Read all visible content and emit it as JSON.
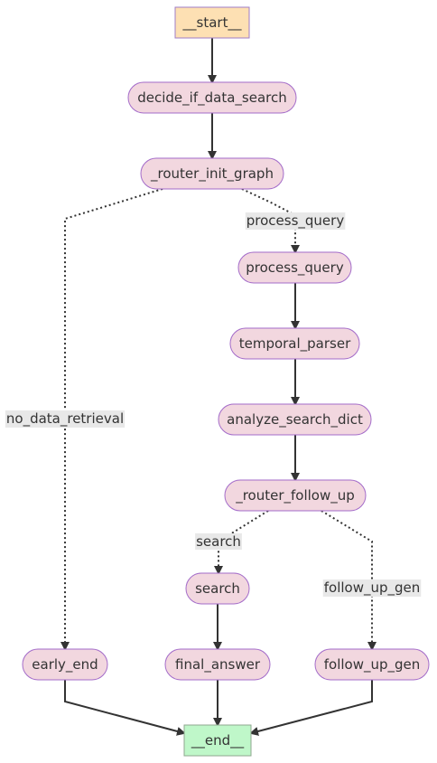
{
  "diagram": {
    "nodes": [
      {
        "id": "start",
        "label": "__start__",
        "kind": "start"
      },
      {
        "id": "decide",
        "label": "decide_if_data_search",
        "kind": "step"
      },
      {
        "id": "router_init",
        "label": "_router_init_graph",
        "kind": "step"
      },
      {
        "id": "process_query",
        "label": "process_query",
        "kind": "step"
      },
      {
        "id": "temporal_parser",
        "label": "temporal_parser",
        "kind": "step"
      },
      {
        "id": "analyze",
        "label": "analyze_search_dict",
        "kind": "step"
      },
      {
        "id": "router_follow",
        "label": "_router_follow_up",
        "kind": "step"
      },
      {
        "id": "search",
        "label": "search",
        "kind": "step"
      },
      {
        "id": "early_end",
        "label": "early_end",
        "kind": "step"
      },
      {
        "id": "final_answer",
        "label": "final_answer",
        "kind": "step"
      },
      {
        "id": "follow_up_gen",
        "label": "follow_up_gen",
        "kind": "step"
      },
      {
        "id": "end",
        "label": "__end__",
        "kind": "end"
      }
    ],
    "edges": [
      {
        "from": "start",
        "to": "decide",
        "style": "solid",
        "label": ""
      },
      {
        "from": "decide",
        "to": "router_init",
        "style": "solid",
        "label": ""
      },
      {
        "from": "router_init",
        "to": "process_query",
        "style": "dotted",
        "label": "process_query"
      },
      {
        "from": "router_init",
        "to": "early_end",
        "style": "dotted",
        "label": "no_data_retrieval"
      },
      {
        "from": "process_query",
        "to": "temporal_parser",
        "style": "solid",
        "label": ""
      },
      {
        "from": "temporal_parser",
        "to": "analyze",
        "style": "solid",
        "label": ""
      },
      {
        "from": "analyze",
        "to": "router_follow",
        "style": "solid",
        "label": ""
      },
      {
        "from": "router_follow",
        "to": "search",
        "style": "dotted",
        "label": "search"
      },
      {
        "from": "router_follow",
        "to": "follow_up_gen",
        "style": "dotted",
        "label": "follow_up_gen"
      },
      {
        "from": "search",
        "to": "final_answer",
        "style": "solid",
        "label": ""
      },
      {
        "from": "early_end",
        "to": "end",
        "style": "solid",
        "label": ""
      },
      {
        "from": "final_answer",
        "to": "end",
        "style": "solid",
        "label": ""
      },
      {
        "from": "follow_up_gen",
        "to": "end",
        "style": "solid",
        "label": ""
      }
    ],
    "colors": {
      "step_fill": "#f2d7df",
      "step_stroke": "#a36bc9",
      "start_fill": "#fde0b3",
      "start_stroke": "#9f7dc7",
      "end_fill": "#bff7c9",
      "end_stroke": "#8fa78f",
      "edge": "#333333",
      "edge_label_bg": "#e8e8e8"
    }
  }
}
